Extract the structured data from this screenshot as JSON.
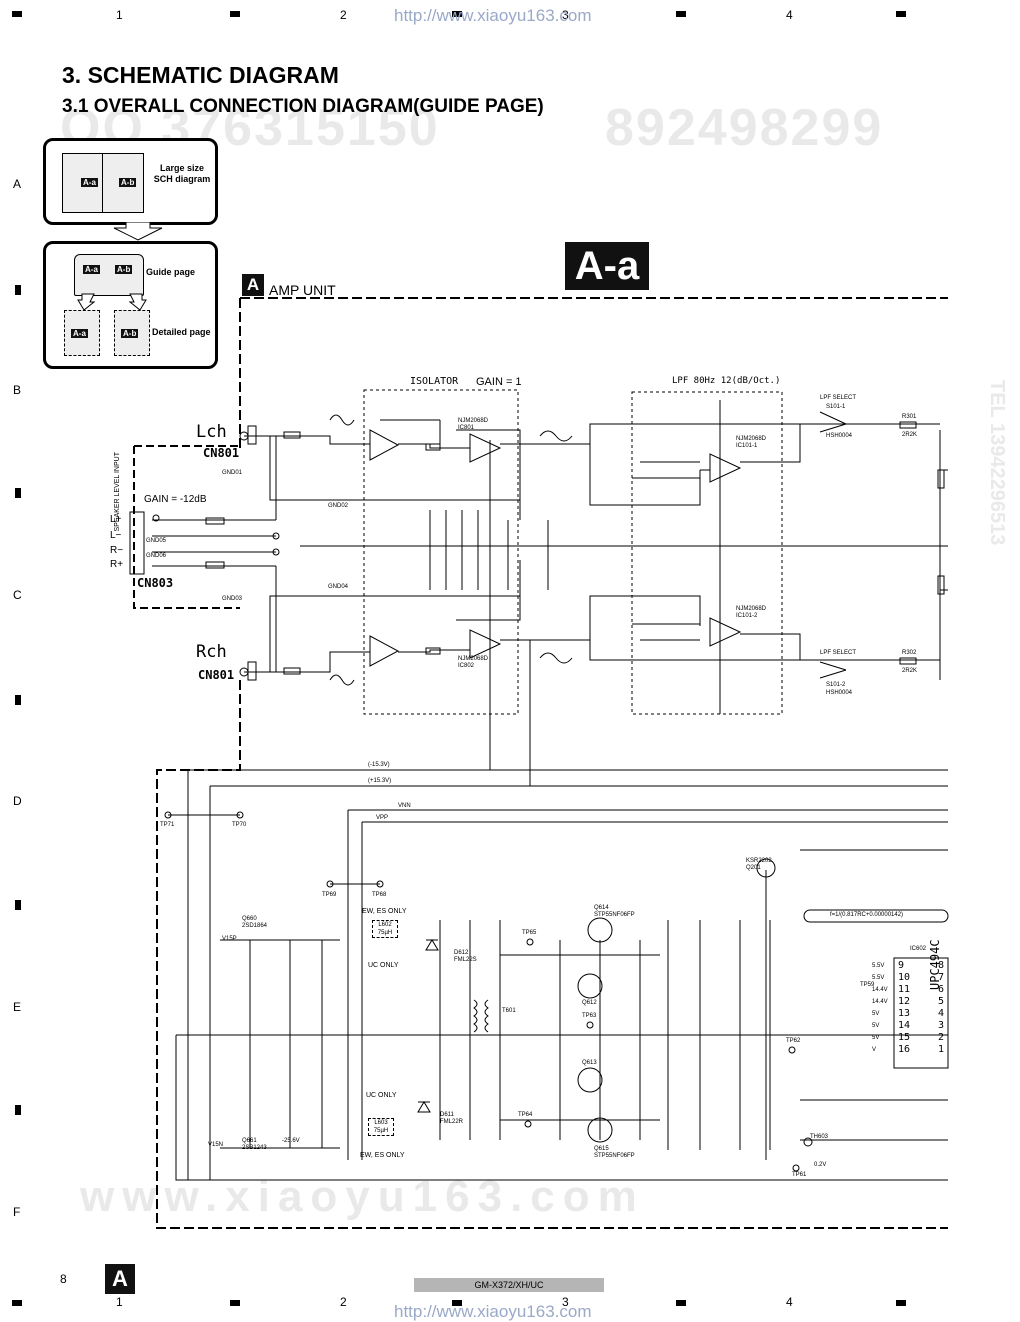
{
  "frame": {
    "columns": [
      "1",
      "2",
      "3",
      "4"
    ],
    "rows": [
      "A",
      "B",
      "C",
      "D",
      "E",
      "F"
    ]
  },
  "watermark_url": "http://www.xiaoyu163.com",
  "title": "3. SCHEMATIC DIAGRAM",
  "subtitle": "3.1 OVERALL CONNECTION DIAGRAM(GUIDE PAGE)",
  "guide": {
    "tag_a": "A-a",
    "tag_b": "A-b",
    "large_size_label": "Large size SCH diagram",
    "guide_page_label": "Guide page",
    "detailed_page_label": "Detailed page"
  },
  "sheet_tag": "A-a",
  "section_letter": "A",
  "section_title": "AMP UNIT",
  "schematic": {
    "isolator": "ISOLATOR",
    "gain_isolator": "GAIN = 1",
    "lpf": "LPF 80Hz 12(dB/Oct.)",
    "gain_input": "GAIN = -12dB",
    "lch": "Lch",
    "rch": "Rch",
    "cn801": "CN801",
    "cn803": "CN803",
    "speaker_level_input": "SPEAKER LEVEL INPUT",
    "lpf_select": "LPF SELECT",
    "s101_1": "S101-1",
    "s101_2": "S101-2",
    "hsh": "HSH0004",
    "ic801": "NJM2068D IC801",
    "ic802": "NJM2068D IC802",
    "ic101_1": "NJM2068D IC101-1",
    "ic101_2": "NJM2068D IC101-2",
    "r301": "R301",
    "r302": "R302",
    "r2k2": "2R2K",
    "neg_rail": "(-15.3V)",
    "pos_rail": "(+15.3V)",
    "vnn": "VNN",
    "vpp": "VPP",
    "tp71": "TP71",
    "tp70": "TP70",
    "tp69": "TP69",
    "tp68": "TP68",
    "tp65": "TP65",
    "tp63": "TP63",
    "tp64": "TP64",
    "tp62": "TP62",
    "tp61": "TP61",
    "tp59": "TP59",
    "q660": "Q660 2SD1864",
    "q661": "Q661 2SB1243",
    "v15p": "V15P",
    "v15n": "V15N",
    "ew_es_only": "EW, ES ONLY",
    "uc_only": "UC ONLY",
    "l602": "L602 75µH",
    "l603": "L603 75µH",
    "d612": "D612 FML22S",
    "d611": "D611 FML22R",
    "t601": "T601",
    "q612": "Q612",
    "q613": "Q613",
    "q614": "Q614 STP55NF06FP",
    "q615": "Q615 STP55NF06FP",
    "ic602": "IC602",
    "upc": "UPC494C",
    "ksr": "KSR2202 Q201",
    "freq": "f=1/(0.817RC+0.00000142)",
    "th603": "TH603",
    "v_minus_25_6": "-25.6V",
    "v_0_2": "0.2V",
    "pins_left": [
      "9",
      "10",
      "11",
      "12",
      "13",
      "14",
      "15",
      "16"
    ],
    "pins_right": [
      "8",
      "7",
      "6",
      "5",
      "4",
      "3",
      "2",
      "1"
    ],
    "pin_volts": [
      "5.5V",
      "5.5V",
      "14.4V",
      "14.4V",
      "5V",
      "5V",
      "5V",
      "V"
    ],
    "l_plus": "L+",
    "l_minus": "L−",
    "r_minus": "R−",
    "r_plus": "R+",
    "gnd01": "GND01",
    "gnd02": "GND02",
    "gnd03": "GND03",
    "gnd04": "GND04",
    "gnd05": "GND05",
    "gnd06": "GND06"
  },
  "footer": {
    "page_number": "8",
    "section_letter": "A",
    "model": "GM-X372/XH/UC"
  },
  "background_watermarks": [
    "QQ 376315150",
    "892498299",
    "TEL 13942296513",
    "www.xiaoyu163.com"
  ]
}
